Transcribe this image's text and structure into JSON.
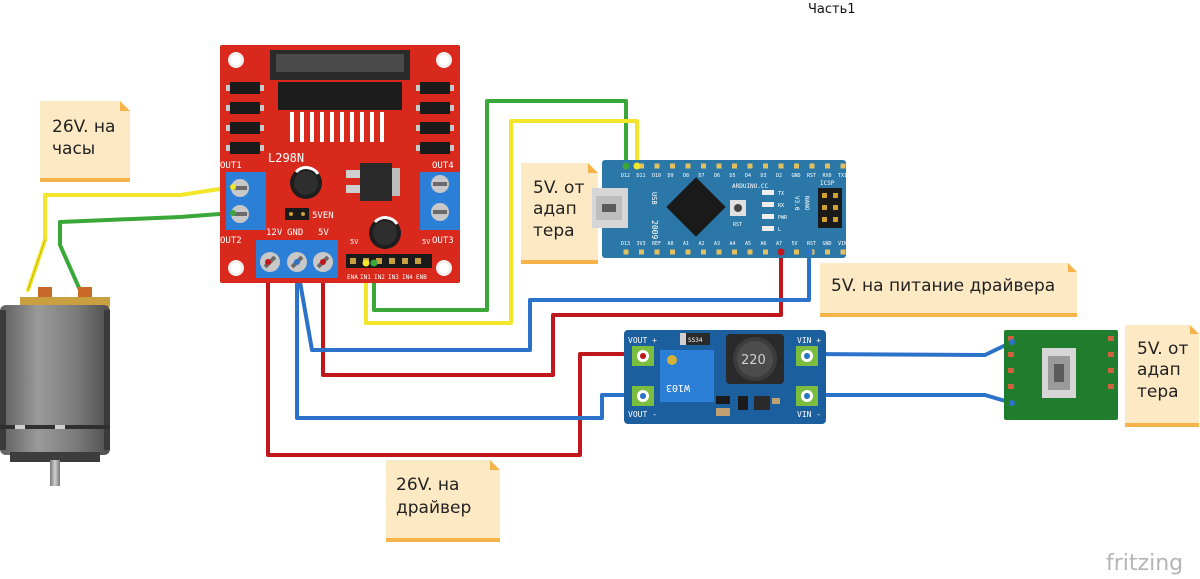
{
  "page": {
    "title": "Часть1"
  },
  "notes": {
    "clock_power": [
      "26V. на",
      "часы"
    ],
    "arduino_supply": [
      "5V. от",
      "адап",
      "тера"
    ],
    "driver_logic": [
      "5V. на питание драйвера"
    ],
    "driver_supply": [
      "26V. на",
      "драйвер"
    ],
    "adapter_supply": [
      "5V. от",
      "адап",
      "тера"
    ]
  },
  "driver_board": {
    "model": "L298N",
    "jumper": "5VEN",
    "out1": "OUT1",
    "out2": "OUT2",
    "out3": "OUT3",
    "out4": "OUT4",
    "power_terminals": [
      "12V",
      "GND",
      "5V"
    ],
    "header_small_left": "5V",
    "header_small_right": "5V",
    "control_pins": [
      "ENA",
      "IN1",
      "IN2",
      "IN3",
      "IN4",
      "ENB"
    ]
  },
  "arduino": {
    "brand": "ARDUINO.CC",
    "model": "NANO",
    "version": "V3.0",
    "year": "2009",
    "usb_label": "USB",
    "icsp_label": "ICSP",
    "rst_label": "RST",
    "led_labels": [
      "TX",
      "RX",
      "PWR",
      "L"
    ],
    "top_pins": [
      "D12",
      "D11",
      "D10",
      "D9",
      "D8",
      "D7",
      "D6",
      "D5",
      "D4",
      "D3",
      "D2",
      "GND",
      "RST",
      "RX0",
      "TX1"
    ],
    "bottom_pins": [
      "D13",
      "3V3",
      "REF",
      "A0",
      "A1",
      "A2",
      "A3",
      "A4",
      "A5",
      "A6",
      "A7",
      "5V",
      "RST",
      "GND",
      "VIN"
    ]
  },
  "boost": {
    "vout_plus": "VOUT +",
    "vout_minus": "VOUT -",
    "vin_plus": "VIN +",
    "vin_minus": "VIN -",
    "inductor": "220",
    "trimmer": "W103",
    "ic_label": "SS34"
  },
  "branding": {
    "name": "fritzing"
  },
  "colors": {
    "wire_red": "#c0171c",
    "wire_blue": "#2b73c8",
    "wire_green": "#3aa838",
    "wire_yellow": "#f2e52a",
    "driver_pcb": "#d9281c",
    "arduino_pcb": "#2b78a8",
    "boost_pcb": "#1c5f9e",
    "usb_pcb": "#1f7d2d",
    "note_bg": "#fde9c4",
    "note_edge": "#f5b34a"
  }
}
